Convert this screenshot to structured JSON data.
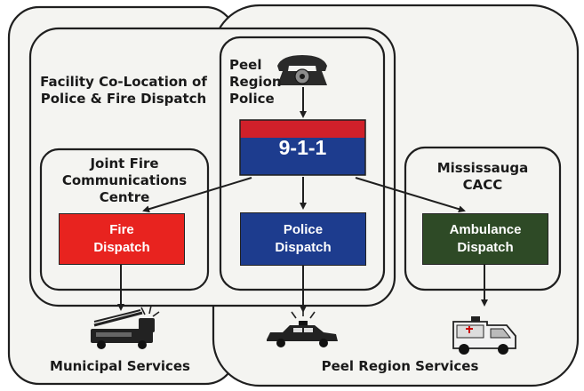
{
  "colors": {
    "outline": "#1f1f1f",
    "panel_fill": "#f4f4f1",
    "fire_dispatch": "#e8231f",
    "police_dispatch": "#1d3c8e",
    "ambulance_dispatch": "#2e4a26",
    "nine_one_one_top": "#d0202a",
    "nine_one_one_bottom": "#1d3c8e"
  },
  "labels": {
    "colocation": "Facility Co-Location of\nPolice & Fire Dispatch",
    "peel_police": "Peel\nRegion\nPolice",
    "joint_fire": "Joint Fire\nCommunications\nCentre",
    "mississauga": "Mississauga\nCACC",
    "municipal": "Municipal Services",
    "peel_services": "Peel Region Services"
  },
  "boxes": {
    "nine_one_one": "9-1-1",
    "fire_dispatch": "Fire\nDispatch",
    "police_dispatch": "Police\nDispatch",
    "ambulance_dispatch": "Ambulance\nDispatch"
  },
  "icons": {
    "phone": "telephone-icon",
    "fire_truck": "fire-truck-icon",
    "police_car": "police-car-icon",
    "ambulance": "ambulance-icon"
  }
}
